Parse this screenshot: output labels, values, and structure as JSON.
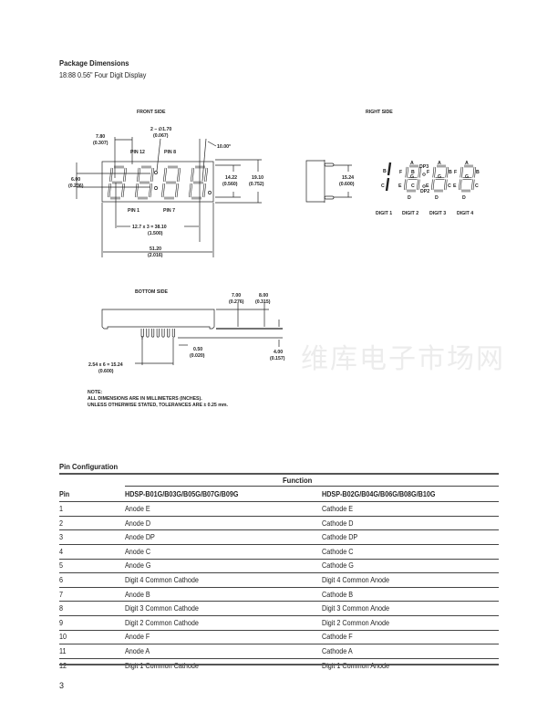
{
  "title": "Package Dimensions",
  "subtitle": "18:88 0.56\" Four Digit Display",
  "drawing": {
    "front_side": "FRONT SIDE",
    "right_side": "RIGHT SIDE",
    "bottom_side": "BOTTOM SIDE",
    "dim_780": "7.80",
    "dim_780_in": "(0.307)",
    "dim_hole": "2 – ∅1.70",
    "dim_hole_in": "(0.067)",
    "pin12": "PIN 12",
    "pin8": "PIN 8",
    "pin1": "PIN 1",
    "pin7": "PIN 7",
    "angle": "10.00°",
    "dim_600": "6.00",
    "dim_600_in": "(0.236)",
    "dim_1422": "14.22",
    "dim_1422_in": "(0.560)",
    "dim_1910": "19.10",
    "dim_1910_in": "(0.752)",
    "dim_pitch": "12.7 x 3 = 38.10",
    "dim_pitch_in": "(1.500)",
    "dim_5120": "51.20",
    "dim_5120_in": "(2.016)",
    "dim_1524": "15.24",
    "dim_1524_in": "(0.600)",
    "digit_labels": [
      "DIGIT 1",
      "DIGIT 2",
      "DIGIT 3",
      "DIGIT 4"
    ],
    "seg": {
      "A": "A",
      "B": "B",
      "C": "C",
      "D": "D",
      "E": "E",
      "F": "F",
      "G": "G",
      "DP3": "DP3",
      "DP2": "DP2"
    },
    "dim_700": "7.00",
    "dim_700_in": "(0.276)",
    "dim_800": "8.00",
    "dim_800_in": "(0.315)",
    "dim_050": "0.50",
    "dim_050_in": "(0.020)",
    "dim_400": "4.00",
    "dim_400_in": "(0.157)",
    "dim_pins": "2.54 x 6 = 15.24",
    "dim_pins_in": "(0.600)",
    "note_title": "NOTE:",
    "note_1": "ALL DIMENSIONS ARE IN MILLIMETERS (INCHES).",
    "note_2": "UNLESS OTHERWISE STATED, TOLERANCES ARE ± 0.25 mm."
  },
  "watermark": "维库电子市场网",
  "pin_config": {
    "title": "Pin Configuration",
    "function_header": "Function",
    "col_pin": "Pin",
    "col_a": "HDSP-B01G/B03G/B05G/B07G/B09G",
    "col_b": "HDSP-B02G/B04G/B06G/B08G/B10G",
    "rows": [
      [
        "1",
        "Anode E",
        "Cathode E"
      ],
      [
        "2",
        "Anode D",
        "Cathode D"
      ],
      [
        "3",
        "Anode DP",
        "Cathode DP"
      ],
      [
        "4",
        "Anode C",
        "Cathode C"
      ],
      [
        "5",
        "Anode G",
        "Cathode G"
      ],
      [
        "6",
        "Digit 4 Common Cathode",
        "Digit 4 Common Anode"
      ],
      [
        "7",
        "Anode B",
        "Cathode B"
      ],
      [
        "8",
        "Digit 3 Common Cathode",
        "Digit 3 Common Anode"
      ],
      [
        "9",
        "Digit 2 Common Cathode",
        "Digit 2 Common Anode"
      ],
      [
        "10",
        "Anode F",
        "Cathode F"
      ],
      [
        "11",
        "Anode A",
        "Cathode A"
      ],
      [
        "12",
        "Digit 1 Common Cathode",
        "Digit 1 Common Anode"
      ]
    ]
  },
  "page_number": "3"
}
